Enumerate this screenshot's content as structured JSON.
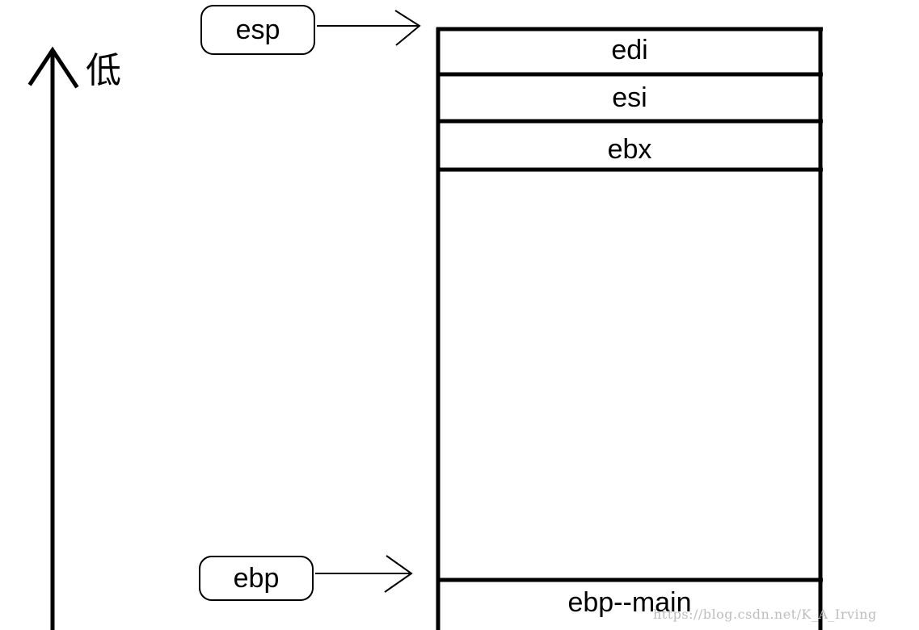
{
  "direction": {
    "label": "低"
  },
  "pointers": [
    {
      "id": "esp",
      "label": "esp"
    },
    {
      "id": "ebp",
      "label": "ebp"
    }
  ],
  "stack": {
    "cells": [
      {
        "label": "edi"
      },
      {
        "label": "esi"
      },
      {
        "label": "ebx"
      },
      {
        "label": ""
      },
      {
        "label": "ebp--main"
      }
    ]
  },
  "watermark": {
    "text": "https://blog.csdn.net/K_A_Irving"
  },
  "colors": {
    "stroke": "#000000",
    "background": "#ffffff",
    "watermark": "#bdbdbd"
  }
}
